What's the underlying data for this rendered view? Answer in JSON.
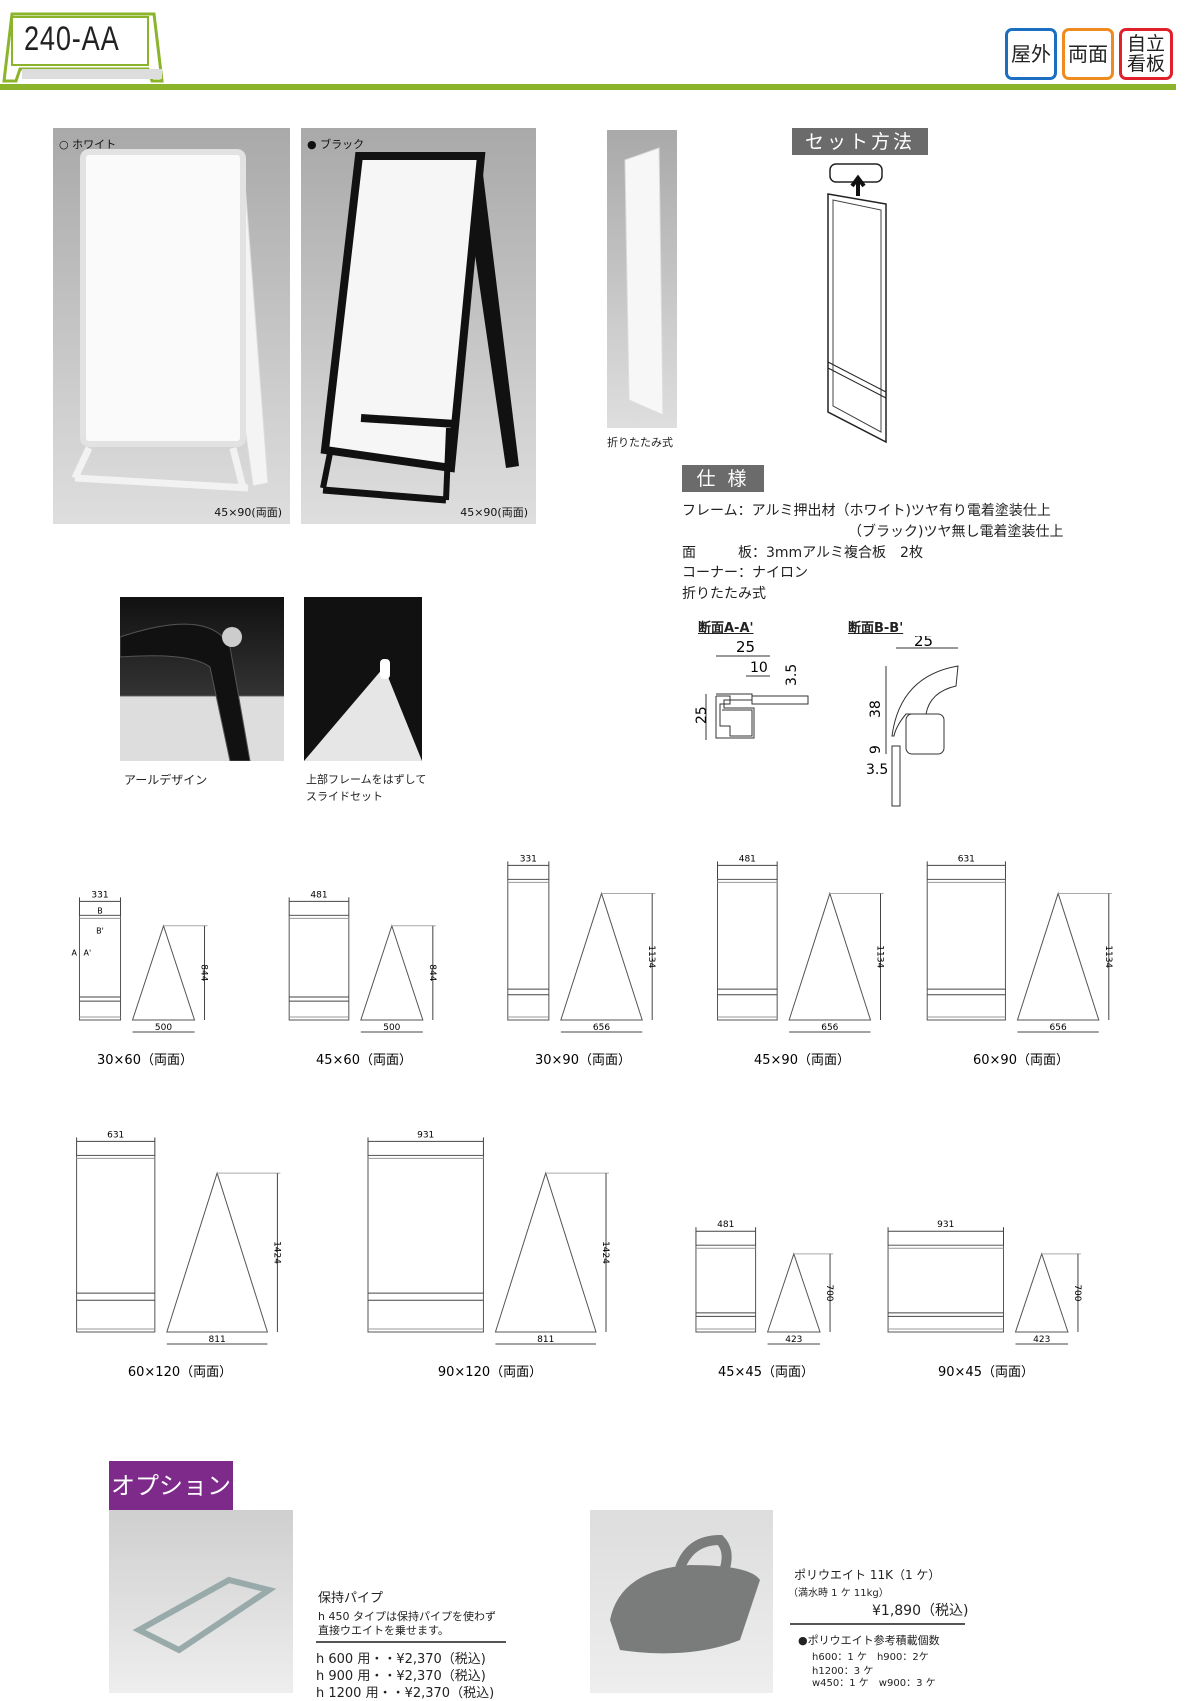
{
  "header": {
    "model": "240-AA",
    "badges": [
      {
        "label": "屋外",
        "color": "#1b6fc2"
      },
      {
        "label": "両面",
        "color": "#ef8a1e"
      },
      {
        "label": "自立看板",
        "color": "#e0202a"
      }
    ],
    "accent": "#8bb42a"
  },
  "photos": {
    "white": {
      "label": "ホワイト",
      "caption": "45×90(両面)"
    },
    "black": {
      "label": "ブラック",
      "caption": "45×90(両面)"
    },
    "folding": {
      "caption": "折りたたみ式"
    },
    "arc": {
      "caption": "アールデザイン"
    },
    "slide": {
      "caption_1": "上部フレームをはずして",
      "caption_2": "スライドセット"
    }
  },
  "setup": {
    "title": "セット方法"
  },
  "spec": {
    "title": "仕 様",
    "lines": [
      "フレーム：アルミ押出材（ホワイト)ツヤ有り電着塗装仕上",
      "（ブラック)ツヤ無し電着塗装仕上",
      "面　　　板：3mmアルミ複合板　2枚",
      "コーナー：ナイロン",
      "折りたたみ式"
    ]
  },
  "sections": {
    "a": {
      "title": "断面A-A'",
      "dims": [
        "25",
        "10",
        "3.5",
        "25"
      ]
    },
    "b": {
      "title": "断面B-B'",
      "dims": [
        "25",
        "38",
        "9",
        "3.5"
      ]
    }
  },
  "drawings": {
    "markers": [
      "B",
      "B'",
      "A",
      "A'"
    ],
    "row1": [
      {
        "width": 331,
        "height": 844,
        "base": 500,
        "caption": "30×60（両面）"
      },
      {
        "width": 481,
        "height": 844,
        "base": 500,
        "caption": "45×60（両面）"
      },
      {
        "width": 331,
        "height": 1134,
        "base": 656,
        "caption": "30×90（両面）"
      },
      {
        "width": 481,
        "height": 1134,
        "base": 656,
        "caption": "45×90（両面）"
      },
      {
        "width": 631,
        "height": 1134,
        "base": 656,
        "caption": "60×90（両面）"
      }
    ],
    "row2": [
      {
        "width": 631,
        "height": 1424,
        "base": 811,
        "caption": "60×120（両面）"
      },
      {
        "width": 931,
        "height": 1424,
        "base": 811,
        "caption": "90×120（両面）"
      },
      {
        "width": 481,
        "height": 700,
        "base": 423,
        "caption": "45×45（両面）"
      },
      {
        "width": 931,
        "height": 700,
        "base": 423,
        "caption": "90×45（両面）"
      }
    ]
  },
  "options": {
    "title": "オプション",
    "pipe": {
      "name": "保持パイプ",
      "note_1": "h 450 タイプは保持パイプを使わず",
      "note_2": "直接ウエイトを乗せます。",
      "prices": [
        "h 600 用・・¥2,370（税込)",
        "h 900 用・・¥2,370（税込)",
        "h 1200 用・・¥2,370（税込)"
      ]
    },
    "weight": {
      "name": "ポリウエイト 11K（1 ケ）",
      "note": "（満水時 1 ケ 11kg）",
      "price": "¥1,890（税込)",
      "ref_title": "●ポリウエイト参考積載個数",
      "ref": [
        "h600：1 ケ　h900：2ケ",
        "h1200：3 ケ",
        "w450：1 ケ　w900：3 ケ"
      ]
    }
  }
}
